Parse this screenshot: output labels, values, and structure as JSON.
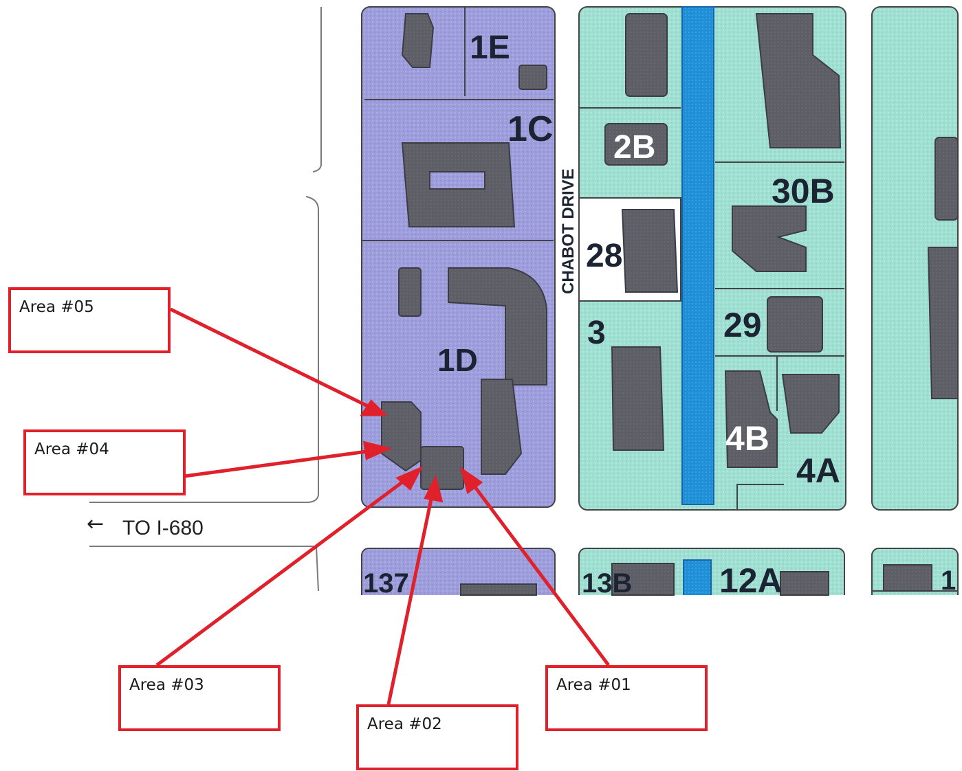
{
  "colors": {
    "purple_lot": "#9d9edb",
    "teal_lot": "#9fe0d2",
    "building": "#5e5e66",
    "water_channel": "#1f8fd8",
    "callout_red": "#e0202a",
    "label_dark": "#1c2333",
    "label_white": "#ffffff"
  },
  "map_labels": {
    "lot_1e": "1E",
    "lot_1c": "1C",
    "lot_1d": "1D",
    "lot_2b": "2B",
    "lot_28": "28",
    "lot_30b": "30B",
    "lot_29": "29",
    "lot_3": "3",
    "lot_4b": "4B",
    "lot_4a": "4A",
    "lot_13_left": "137",
    "lot_13b": "13B",
    "lot_12a": "12A",
    "lot_right_1": "1",
    "street_name": "CHABOT DRIVE",
    "direction_arrow": "←",
    "direction_text": "TO I-680"
  },
  "callouts": {
    "area_01": "Area #01",
    "area_02": "Area #02",
    "area_03": "Area #03",
    "area_04": "Area #04",
    "area_05": "Area #05"
  }
}
